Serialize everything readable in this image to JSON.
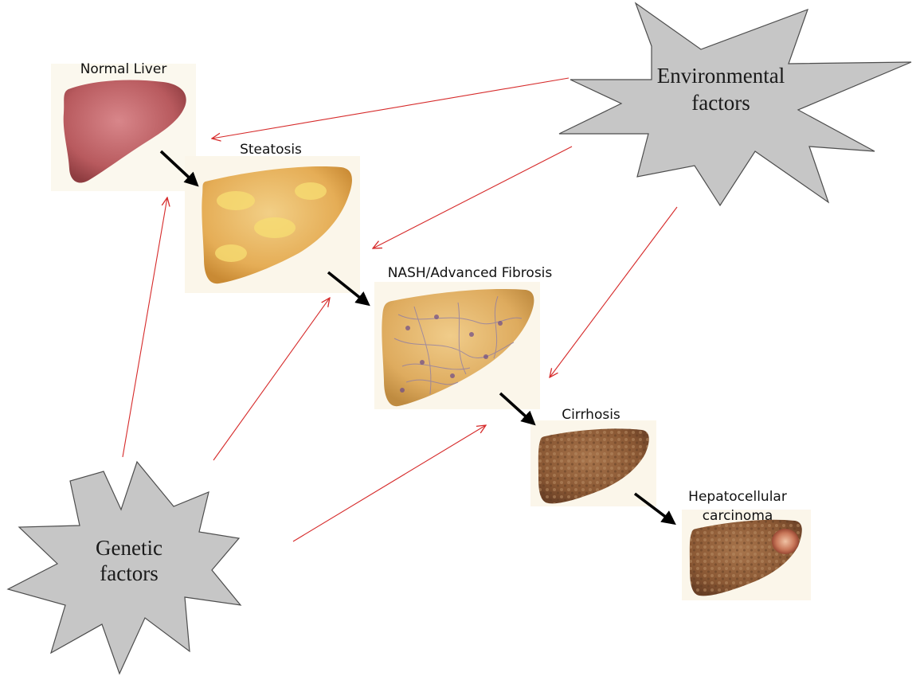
{
  "stages": {
    "normal": "Normal Liver",
    "steatosis": "Steatosis",
    "nash": "NASH/Advanced Fibrosis",
    "cirrhosis": "Cirrhosis",
    "hcc_line1": "Hepatocellular",
    "hcc_line2": "carcinoma"
  },
  "factors": {
    "environmental_line1": "Environmental",
    "environmental_line2": "factors",
    "genetic_line1": "Genetic",
    "genetic_line2": "factors"
  },
  "colors": {
    "normal_liver": "#b85a5e",
    "steatosis_liver": "#e8b35a",
    "nash_liver": "#e0ad5c",
    "cirrhosis_liver": "#8c5a36",
    "hcc_tumor": "#c9785a",
    "factor_fill": "#c6c6c6",
    "influence_arrow": "#d62a2a",
    "progression_arrow": "#000000"
  }
}
